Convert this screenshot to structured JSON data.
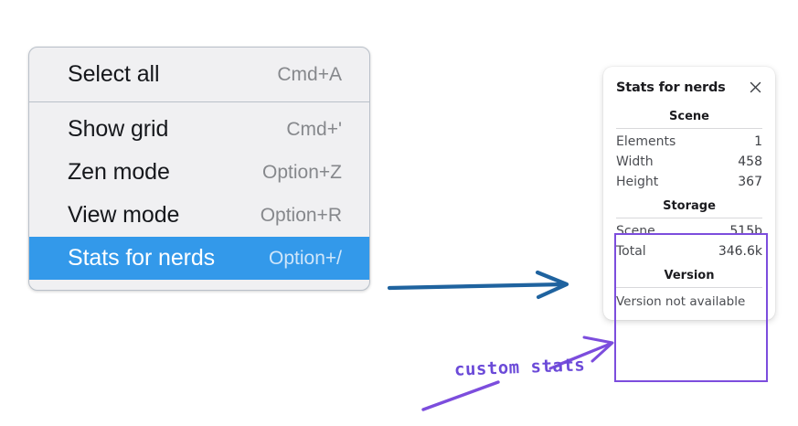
{
  "context_menu": {
    "groups": [
      {
        "items": [
          {
            "label": "Select all",
            "shortcut": "Cmd+A",
            "selected": false
          }
        ]
      },
      {
        "items": [
          {
            "label": "Show grid",
            "shortcut": "Cmd+'",
            "selected": false
          },
          {
            "label": "Zen mode",
            "shortcut": "Option+Z",
            "selected": false
          },
          {
            "label": "View mode",
            "shortcut": "Option+R",
            "selected": false
          },
          {
            "label": "Stats for nerds",
            "shortcut": "Option+/",
            "selected": true
          }
        ]
      }
    ],
    "highlight_color": "#3399ea"
  },
  "stats_panel": {
    "title": "Stats for nerds",
    "close_icon": "close-icon",
    "sections": [
      {
        "heading": "Scene",
        "rows": [
          {
            "label": "Elements",
            "value": "1"
          },
          {
            "label": "Width",
            "value": "458"
          },
          {
            "label": "Height",
            "value": "367"
          }
        ]
      },
      {
        "heading": "Storage",
        "rows": [
          {
            "label": "Scene",
            "value": "515b"
          },
          {
            "label": "Total",
            "value": "346.6k"
          }
        ]
      },
      {
        "heading": "Version",
        "note": "Version not available"
      }
    ]
  },
  "annotations": {
    "blue_arrow": {
      "name": "blue-arrow",
      "color": "#1f639f"
    },
    "custom_stats_label": "custom stats",
    "purple_color": "#7c4ddd"
  }
}
